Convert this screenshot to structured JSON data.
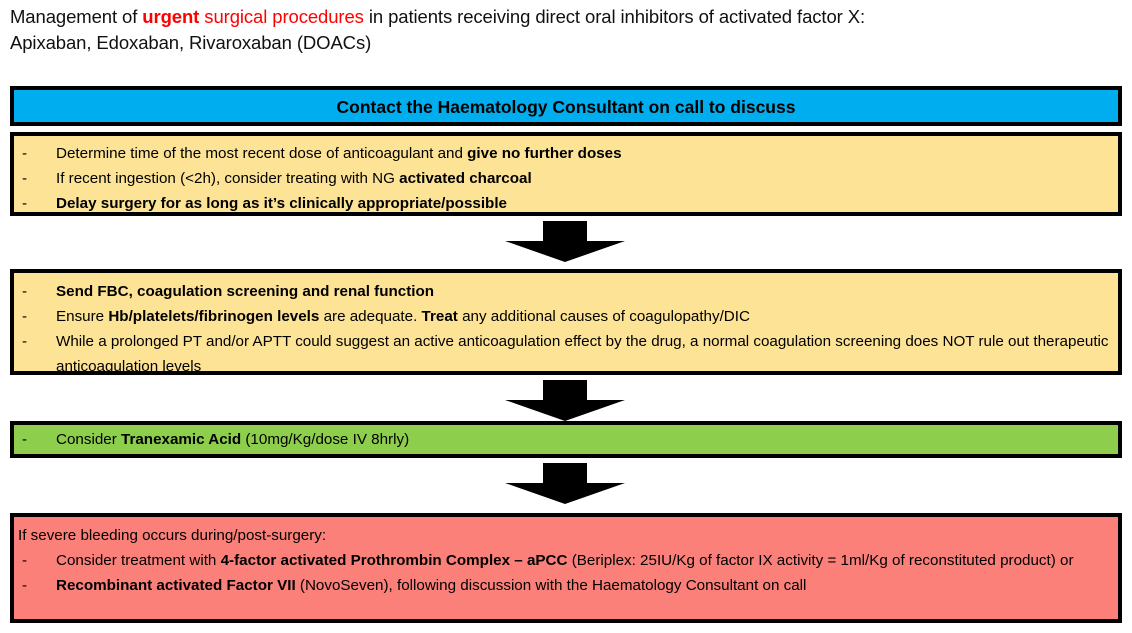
{
  "title": {
    "line1_part1": "Management of ",
    "line1_urgent": "urgent",
    "line1_part2": " surgical procedures",
    "line1_part3": " in patients receiving direct oral inhibitors of activated factor X:",
    "line2": "Apixaban, Edoxaban, Rivaroxaban (DOACs)",
    "colors": {
      "highlight": "#ff0000",
      "text": "#111111"
    }
  },
  "banner": {
    "label": "Contact the Haematology Consultant on call to discuss",
    "color": "#00aeef"
  },
  "step1": {
    "color": "#fde395",
    "bullets": [
      {
        "marker": "-",
        "part1": "Determine time of the most recent dose of anticoagulant and ",
        "bold1": "give no further doses",
        "part2": ""
      },
      {
        "marker": "-",
        "part1": "If recent ingestion (<2h), consider treating with NG ",
        "bold1": "activated charcoal",
        "part2": ""
      },
      {
        "marker": "-",
        "part1": "",
        "bold1": "Delay surgery for as long as it’s clinically appropriate/possible",
        "part2": ""
      }
    ]
  },
  "step2": {
    "color": "#fde395",
    "bullets": [
      {
        "marker": "-",
        "part1": "",
        "bold1": "Send FBC, coagulation screening and renal function",
        "part2": ""
      },
      {
        "marker": "-",
        "part1": "Ensure ",
        "bold1": "Hb/platelets/fibrinogen levels",
        "part2": " are adequate. ",
        "bold2": "Treat",
        "part3": " any additional causes of coagulopathy/DIC"
      },
      {
        "marker": "-",
        "part1": "While a prolonged PT and/or APTT could suggest an active anticoagulation effect by the drug, a normal coagulation screening does NOT rule out therapeutic anticoagulation levels",
        "bold1": "",
        "part2": ""
      }
    ]
  },
  "step3": {
    "color": "#8dce4c",
    "bullets": [
      {
        "marker": "-",
        "part1": "Consider ",
        "bold1": "Tranexamic Acid",
        "part2": " (10mg/Kg/dose IV 8hrly)"
      }
    ]
  },
  "step4": {
    "color": "#fb8079",
    "intro": "If severe bleeding occurs during/post-surgery:",
    "bullets": [
      {
        "marker": "-",
        "part1": "Consider treatment with ",
        "bold1": "4-factor activated Prothrombin Complex – aPCC",
        "part2": " (Beriplex: 25IU/Kg of factor IX activity = 1ml/Kg of reconstituted product) or"
      },
      {
        "marker": "-",
        "part1": "",
        "bold1": "Recombinant activated Factor VII",
        "part2": " (NovoSeven), following discussion with the Haematology Consultant on call"
      }
    ]
  },
  "arrows": {
    "icon": "arrow-down-icon",
    "color": "#000000",
    "count": 3
  }
}
